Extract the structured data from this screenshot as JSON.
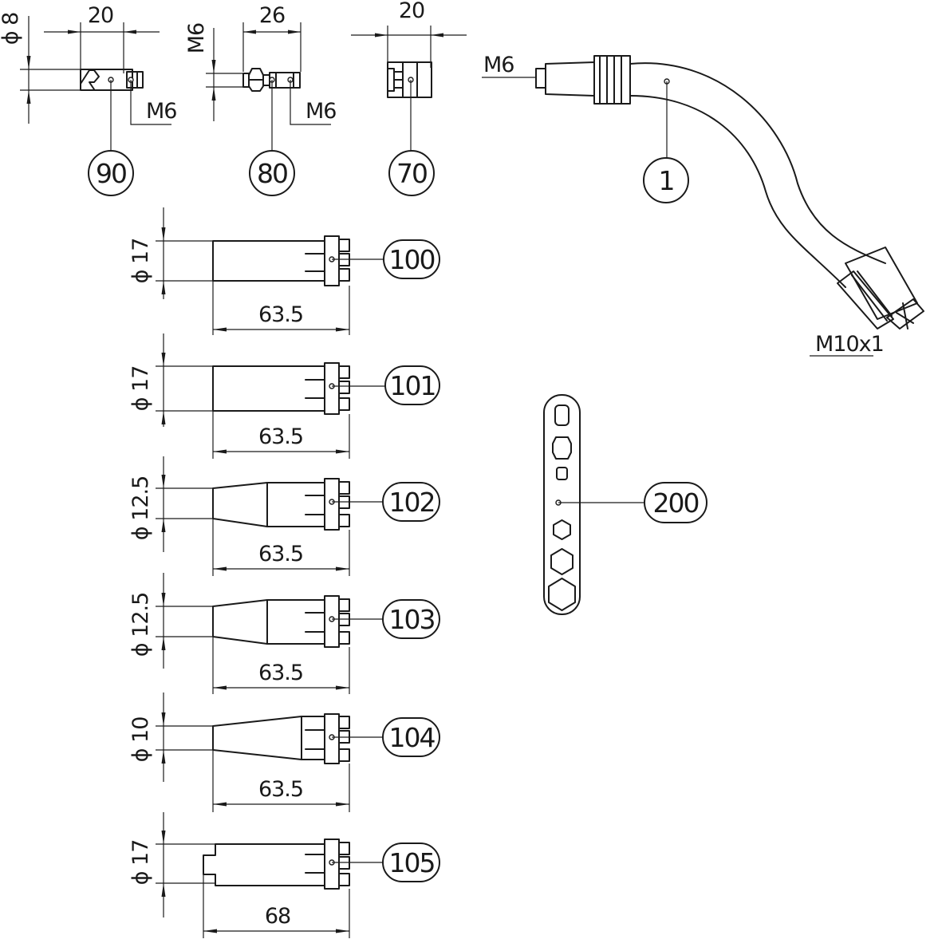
{
  "callouts": {
    "c90": "90",
    "c80": "80",
    "c70": "70",
    "c1": "1",
    "c100": "100",
    "c101": "101",
    "c102": "102",
    "c103": "103",
    "c104": "104",
    "c105": "105",
    "c200": "200"
  },
  "part90": {
    "length": "20",
    "diameter": "ϕ 8",
    "thread": "M6"
  },
  "part80": {
    "length": "26",
    "thread_left": "M6",
    "thread_right": "M6"
  },
  "part70": {
    "length": "20"
  },
  "part1": {
    "thread_in": "M6",
    "thread_out": "M10x1"
  },
  "part100": {
    "diameter": "ϕ 17",
    "length": "63.5"
  },
  "part101": {
    "diameter": "ϕ 17",
    "length": "63.5"
  },
  "part102": {
    "diameter": "ϕ 12.5",
    "length": "63.5"
  },
  "part103": {
    "diameter": "ϕ 12.5",
    "length": "63.5"
  },
  "part104": {
    "diameter": "ϕ 10",
    "length": "63.5"
  },
  "part105": {
    "diameter": "ϕ 17",
    "length": "68"
  }
}
